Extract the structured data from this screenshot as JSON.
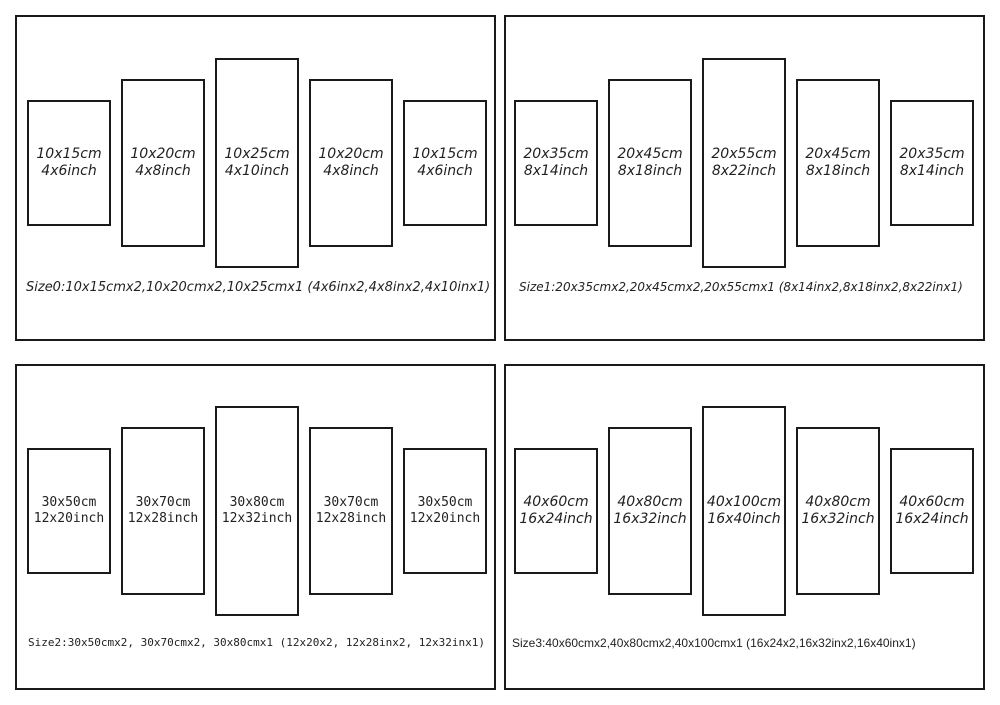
{
  "panels": [
    {
      "boxes": [
        {
          "cm": "10x15cm",
          "inch": "4x6inch"
        },
        {
          "cm": "10x20cm",
          "inch": "4x8inch"
        },
        {
          "cm": "10x25cm",
          "inch": "4x10inch"
        },
        {
          "cm": "10x20cm",
          "inch": "4x8inch"
        },
        {
          "cm": "10x15cm",
          "inch": "4x6inch"
        }
      ],
      "caption": "Size0:10x15cmx2,10x20cmx2,10x25cmx1 (4x6inx2,4x8inx2,4x10inx1)"
    },
    {
      "boxes": [
        {
          "cm": "20x35cm",
          "inch": "8x14inch"
        },
        {
          "cm": "20x45cm",
          "inch": "8x18inch"
        },
        {
          "cm": "20x55cm",
          "inch": "8x22inch"
        },
        {
          "cm": "20x45cm",
          "inch": "8x18inch"
        },
        {
          "cm": "20x35cm",
          "inch": "8x14inch"
        }
      ],
      "caption": "Size1:20x35cmx2,20x45cmx2,20x55cmx1 (8x14inx2,8x18inx2,8x22inx1)"
    },
    {
      "boxes": [
        {
          "cm": "30x50cm",
          "inch": "12x20inch"
        },
        {
          "cm": "30x70cm",
          "inch": "12x28inch"
        },
        {
          "cm": "30x80cm",
          "inch": "12x32inch"
        },
        {
          "cm": "30x70cm",
          "inch": "12x28inch"
        },
        {
          "cm": "30x50cm",
          "inch": "12x20inch"
        }
      ],
      "caption": "Size2:30x50cmx2, 30x70cmx2, 30x80cmx1 (12x20x2, 12x28inx2, 12x32inx1)"
    },
    {
      "boxes": [
        {
          "cm": "40x60cm",
          "inch": "16x24inch"
        },
        {
          "cm": "40x80cm",
          "inch": "16x32inch"
        },
        {
          "cm": "40x100cm",
          "inch": "16x40inch"
        },
        {
          "cm": "40x80cm",
          "inch": "16x32inch"
        },
        {
          "cm": "40x60cm",
          "inch": "16x24inch"
        }
      ],
      "caption": "Size3:40x60cmx2,40x80cmx2,40x100cmx1 (16x24x2,16x32inx2,16x40inx1)"
    }
  ]
}
